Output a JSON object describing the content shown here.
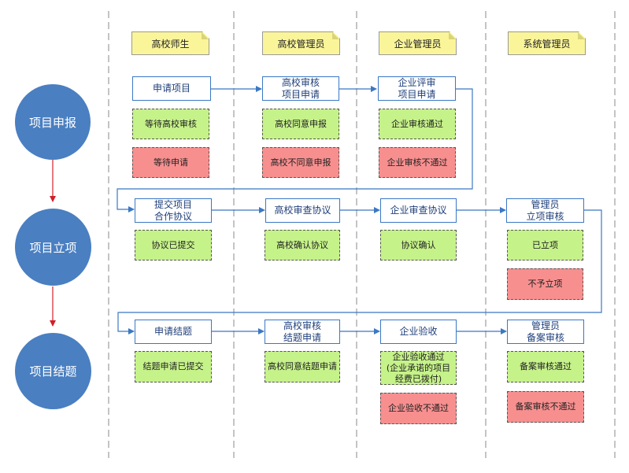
{
  "lanes": [
    "高校师生",
    "高校管理员",
    "企业管理员",
    "系统管理员"
  ],
  "phases": [
    "项目申报",
    "项目立项",
    "项目结题"
  ],
  "steps": {
    "apply_project": "申请项目",
    "school_review_apply": "高校审核\n项目申请",
    "ent_review_apply": "企业评审\n项目申请",
    "submit_agreement": "提交项目\n合作协议",
    "school_review_agreement": "高校审查协议",
    "ent_review_agreement": "企业审查协议",
    "admin_review_setup": "管理员\n立项审核",
    "apply_closing": "申请结题",
    "school_review_closing": "高校审核\n结题申请",
    "ent_acceptance": "企业验收",
    "admin_record_review": "管理员\n备案审核"
  },
  "states": {
    "wait_school_review": "等待高校审核",
    "wait_apply": "等待申请",
    "school_agree_apply": "高校同意申报",
    "school_disagree_apply": "高校不同意申报",
    "ent_review_pass": "企业审核通过",
    "ent_review_fail": "企业审核不通过",
    "agreement_submitted": "协议已提交",
    "school_confirm_agreement": "高校确认协议",
    "agreement_confirmed": "协议确认",
    "established": "已立项",
    "not_established": "不予立项",
    "closing_submitted": "结题申请已提交",
    "school_agree_closing": "高校同意结题申请",
    "ent_acceptance_pass": "企业验收通过\n(企业承诺的项目\n经费已拨付)",
    "ent_acceptance_fail": "企业验收不通过",
    "record_pass": "备案审核通过",
    "record_fail": "备案审核不通过"
  },
  "colors": {
    "phase_circle": "#4a7fc1",
    "step_border": "#3b78c4",
    "approved_fill": "#c6f28a",
    "rejected_fill": "#f88f8f",
    "lane_header_fill": "#fbf59a",
    "phase_arrow": "#d0202a"
  }
}
